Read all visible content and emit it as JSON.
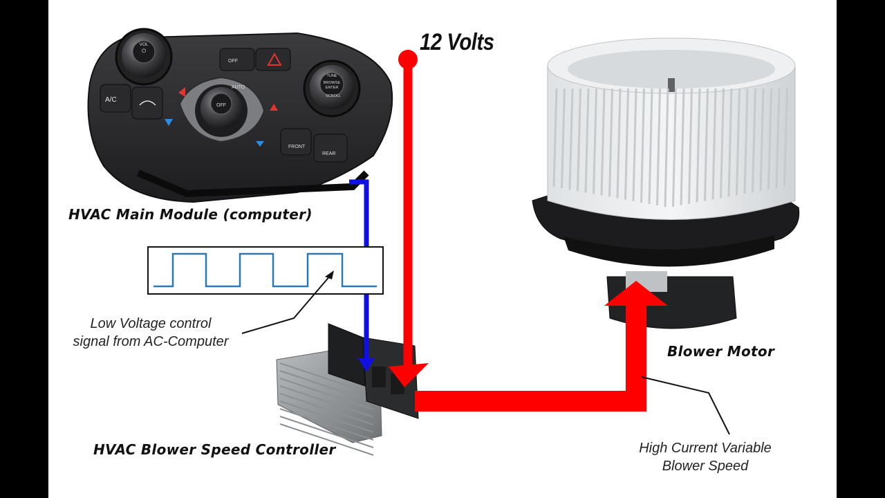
{
  "labels": {
    "volts": "12 Volts",
    "hvac_main_module": "HVAC Main Module (computer)",
    "low_voltage_signal": [
      "Low Voltage control",
      "signal from AC-Computer"
    ],
    "blower_motor": "Blower Motor",
    "blower_speed_controller": "HVAC Blower Speed Controller",
    "high_current_speed": [
      "High Current Variable",
      "Blower Speed"
    ]
  },
  "panel": {
    "vol": "VOL",
    "off_top": "OFF",
    "auto": "AUTO",
    "ac": "A/C",
    "off_center": "OFF",
    "tune": "TUNE",
    "browse_enter": [
      "BROWSE",
      "ENTER"
    ],
    "scroll": "SCROLL",
    "front": "FRONT",
    "rear": "REAR"
  },
  "colors": {
    "power_wire": "#ff0000",
    "signal_wire": "#1010e0",
    "pwm_signal": "#2a78b5"
  }
}
